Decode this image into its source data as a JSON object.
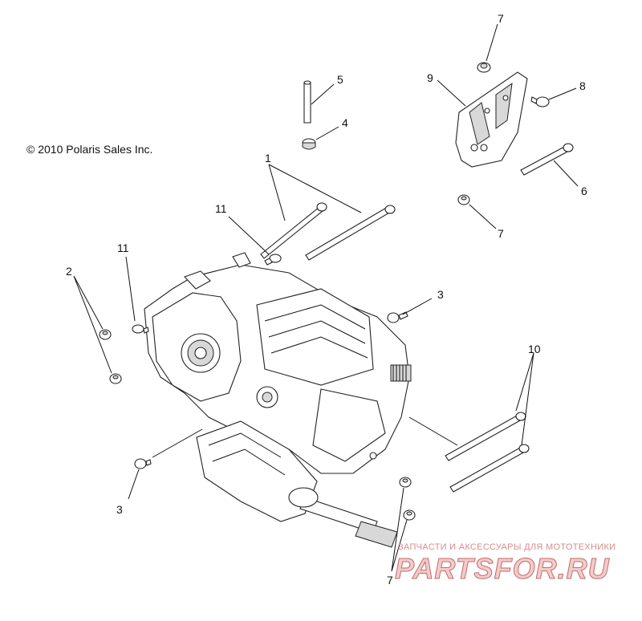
{
  "copyright": "© 2010 Polaris Sales Inc.",
  "callouts": [
    "7",
    "9",
    "8",
    "5",
    "4",
    "1",
    "6",
    "7",
    "11",
    "11",
    "2",
    "3",
    "10",
    "3",
    "7"
  ],
  "watermark": {
    "tagline": "ЗАПЧАСТИ И АКСЕССУАРЫ ДЛЯ МОТОТЕХНИКИ",
    "brand": "PARTSFOR.RU"
  }
}
